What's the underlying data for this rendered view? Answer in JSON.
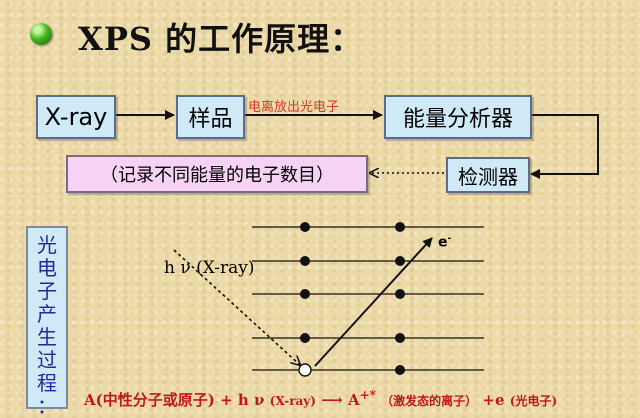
{
  "title": "XPS 的工作原理：",
  "flow": {
    "xray": "X-ray",
    "sample": "样品",
    "arrow_label": "电离放出光电子",
    "analyzer": "能量分析器",
    "detector": "检测器",
    "record": "（记录不同能量的电子数目）"
  },
  "process": {
    "side_label": "光电子产生过程：",
    "photon_label": "h ν (X-ray)",
    "electron_label": "e",
    "electron_sup": "-"
  },
  "equation": {
    "lhs": "A(中性分子或原子)",
    "plus1": "+",
    "photon": "h ν",
    "photon_note": "(X-ray)",
    "product": "A",
    "product_sup": "+*",
    "product_note": "（激发态的离子）",
    "plus2": "+e",
    "electron_note": "(光电子)"
  }
}
